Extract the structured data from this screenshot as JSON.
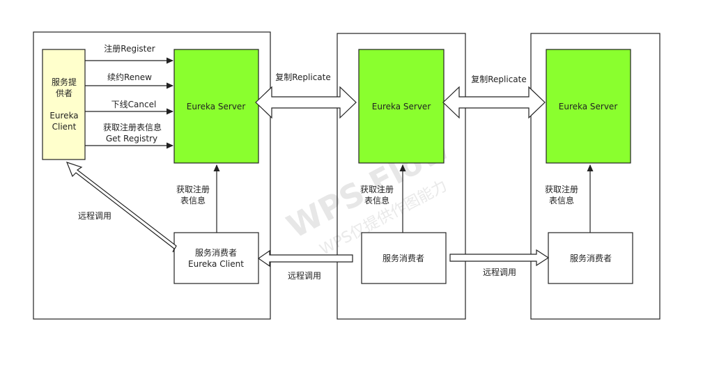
{
  "colors": {
    "server_fill": "#8aff2e",
    "client_fill": "#ffffcc",
    "stroke": "#222222",
    "watermark": "#d9d9d9"
  },
  "client": {
    "line1": "服务提",
    "line2": "供者",
    "line3": "Eureka",
    "line4": "Client"
  },
  "servers": {
    "s1": "Eureka Server",
    "s2": "Eureka Server",
    "s3": "Eureka Server"
  },
  "consumers": {
    "c1_line1": "服务消费者",
    "c1_line2": "Eureka Client",
    "c2": "服务消费者",
    "c3": "服务消费者"
  },
  "arrows": {
    "register": "注册Register",
    "renew": "续约Renew",
    "cancel": "下线Cancel",
    "get_registry_1": "获取注册表信息",
    "get_registry_2": "Get Registry",
    "replicate_1": "复制Replicate",
    "replicate_2": "复制Replicate",
    "fetch1_line1": "获取注册",
    "fetch1_line2": "表信息",
    "fetch2_line1": "获取注册",
    "fetch2_line2": "表信息",
    "fetch3_line1": "获取注册",
    "fetch3_line2": "表信息",
    "remote_call_1": "远程调用",
    "remote_call_2": "远程调用",
    "remote_call_3": "远程调用"
  },
  "watermark": {
    "line1": "WPS Flow",
    "line2": "WPS仅提供作图能力"
  }
}
